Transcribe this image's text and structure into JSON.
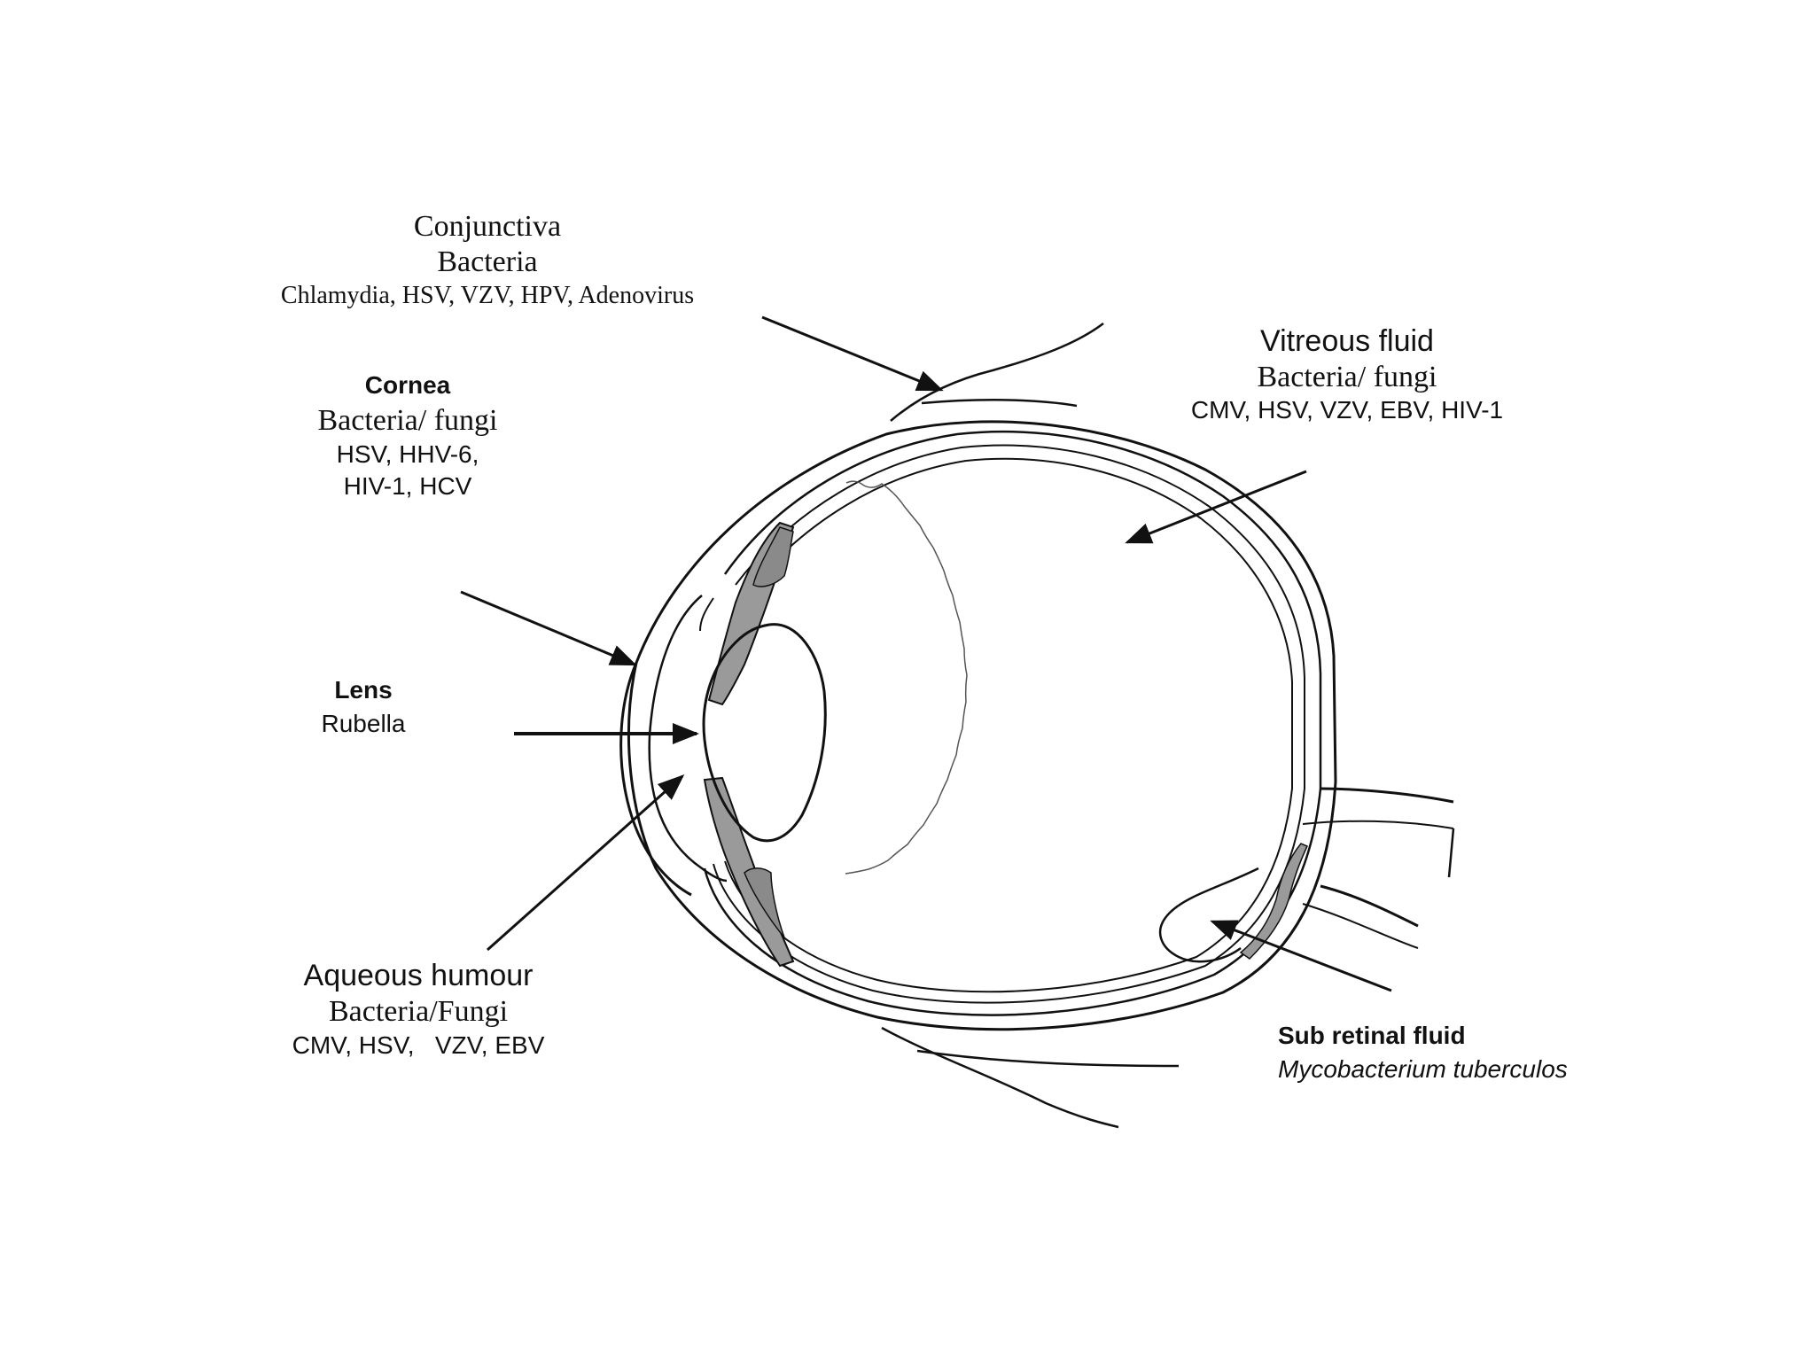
{
  "labels": {
    "conjunctiva": {
      "title": "Conjunctiva",
      "line1": "Bacteria",
      "line2": "Chlamydia, HSV, VZV, HPV, Adenovirus"
    },
    "cornea": {
      "title": "Cornea",
      "line1": "Bacteria/ fungi",
      "line2": "HSV, HHV-6,",
      "line3": "HIV-1, HCV"
    },
    "vitreous": {
      "title": "Vitreous fluid",
      "line1": "Bacteria/ fungi",
      "line2": "CMV, HSV, VZV, EBV, HIV-1"
    },
    "lens": {
      "title": "Lens",
      "line1": "Rubella"
    },
    "aqueous": {
      "title": "Aqueous humour",
      "line1": "Bacteria/Fungi",
      "line2": "CMV, HSV,   VZV, EBV"
    },
    "subretinal": {
      "title": "Sub retinal fluid",
      "line1": "Mycobacterium tuberculos"
    }
  },
  "colors": {
    "ink": "#111111",
    "shade": "#9a9a9a"
  }
}
